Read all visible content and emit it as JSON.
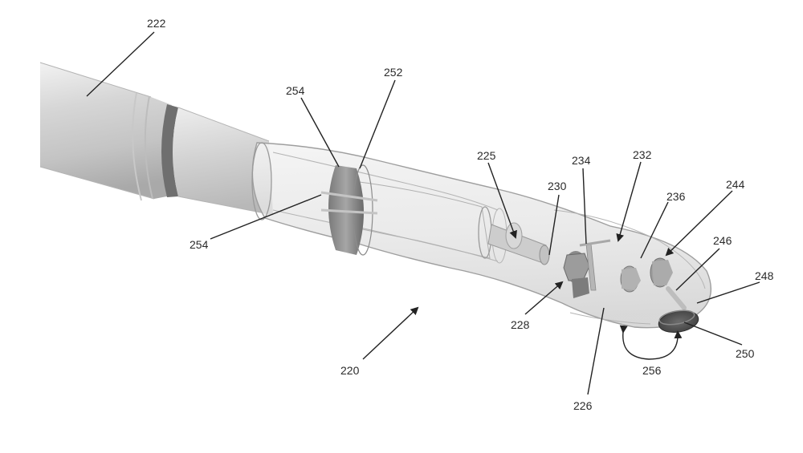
{
  "figure": {
    "labels": {
      "handpiece": "220",
      "rear_handle": "222",
      "inner_shaft": "225",
      "head_housing": "226",
      "first_gear": "228",
      "drive_shaft": "230",
      "housing_wall": "232",
      "intermediate_gear": "234",
      "second_gear": "236",
      "third_gear": "244",
      "output_shaft": "246",
      "cup_rim": "248",
      "prophy_cup": "250",
      "collar": "252",
      "bearing_upper": "254",
      "bearing_lower": "254",
      "rotation_arrow": "256"
    }
  }
}
